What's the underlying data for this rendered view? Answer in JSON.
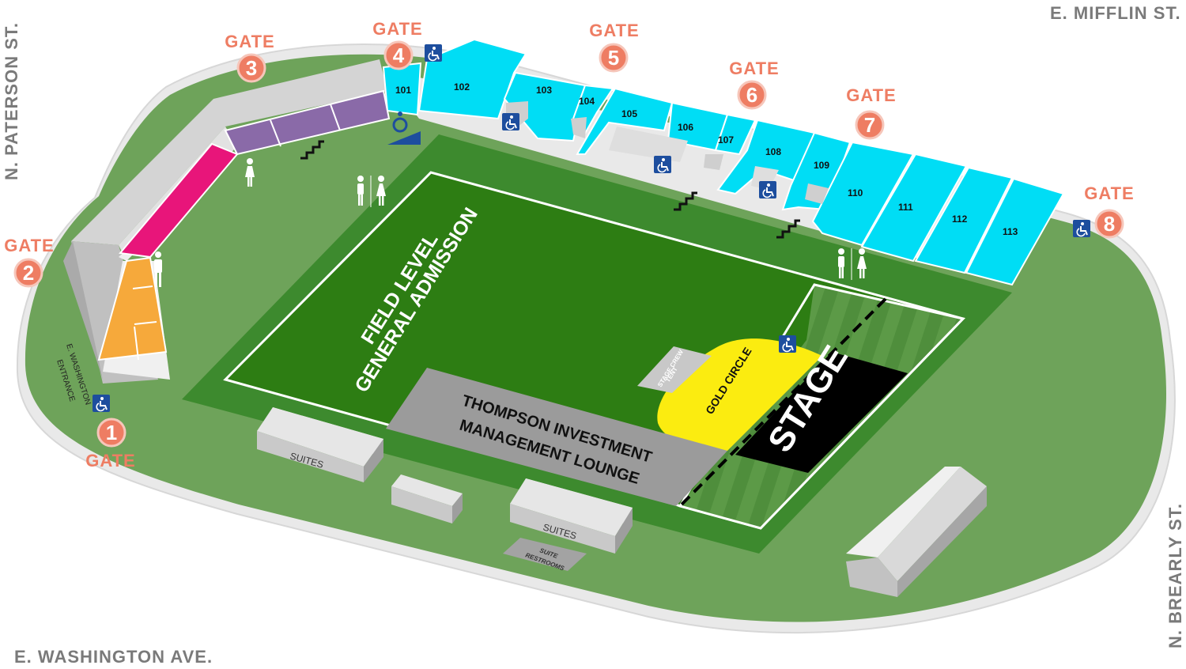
{
  "streets": {
    "north_east": "E. MIFFLIN ST.",
    "west": "N. PATERSON ST.",
    "south_west": "E. WASHINGTON AVE.",
    "east": "N. BREARLY ST."
  },
  "gate_word": "GATE",
  "gates": [
    "1",
    "2",
    "3",
    "4",
    "5",
    "6",
    "7",
    "8"
  ],
  "sections": [
    "101",
    "102",
    "103",
    "104",
    "105",
    "106",
    "107",
    "108",
    "109",
    "110",
    "111",
    "112",
    "113"
  ],
  "areas": {
    "field_line1": "FIELD LEVEL",
    "field_line2": "GENERAL ADMISSION",
    "lounge_line1": "THOMPSON INVESTMENT",
    "lounge_line2": "MANAGEMENT LOUNGE",
    "gold_circle": "GOLD CIRCLE",
    "stage": "STAGE",
    "stage_crew_line1": "STAGE CREW",
    "stage_crew_line2": "TENT",
    "suites": "SUITES",
    "suite_restrooms_line1": "SUITE",
    "suite_restrooms_line2": "RESTROOMS",
    "entrance_line1": "E. WASHINGTON",
    "entrance_line2": "ENTRANCE"
  },
  "colors": {
    "track": "#6ea35a",
    "field_border": "#3d8a2e",
    "field": "#2d7d13",
    "sections_blue": "#00ddf5",
    "purple_section": "#8a6aa8",
    "pink_section": "#e8157a",
    "orange_section": "#f6a93b",
    "gold_circle": "#fbec10",
    "stage": "#000000",
    "lounge": "#9b9b9b",
    "gate_accent": "#ee7d63",
    "accessible": "#1d4e9e"
  }
}
